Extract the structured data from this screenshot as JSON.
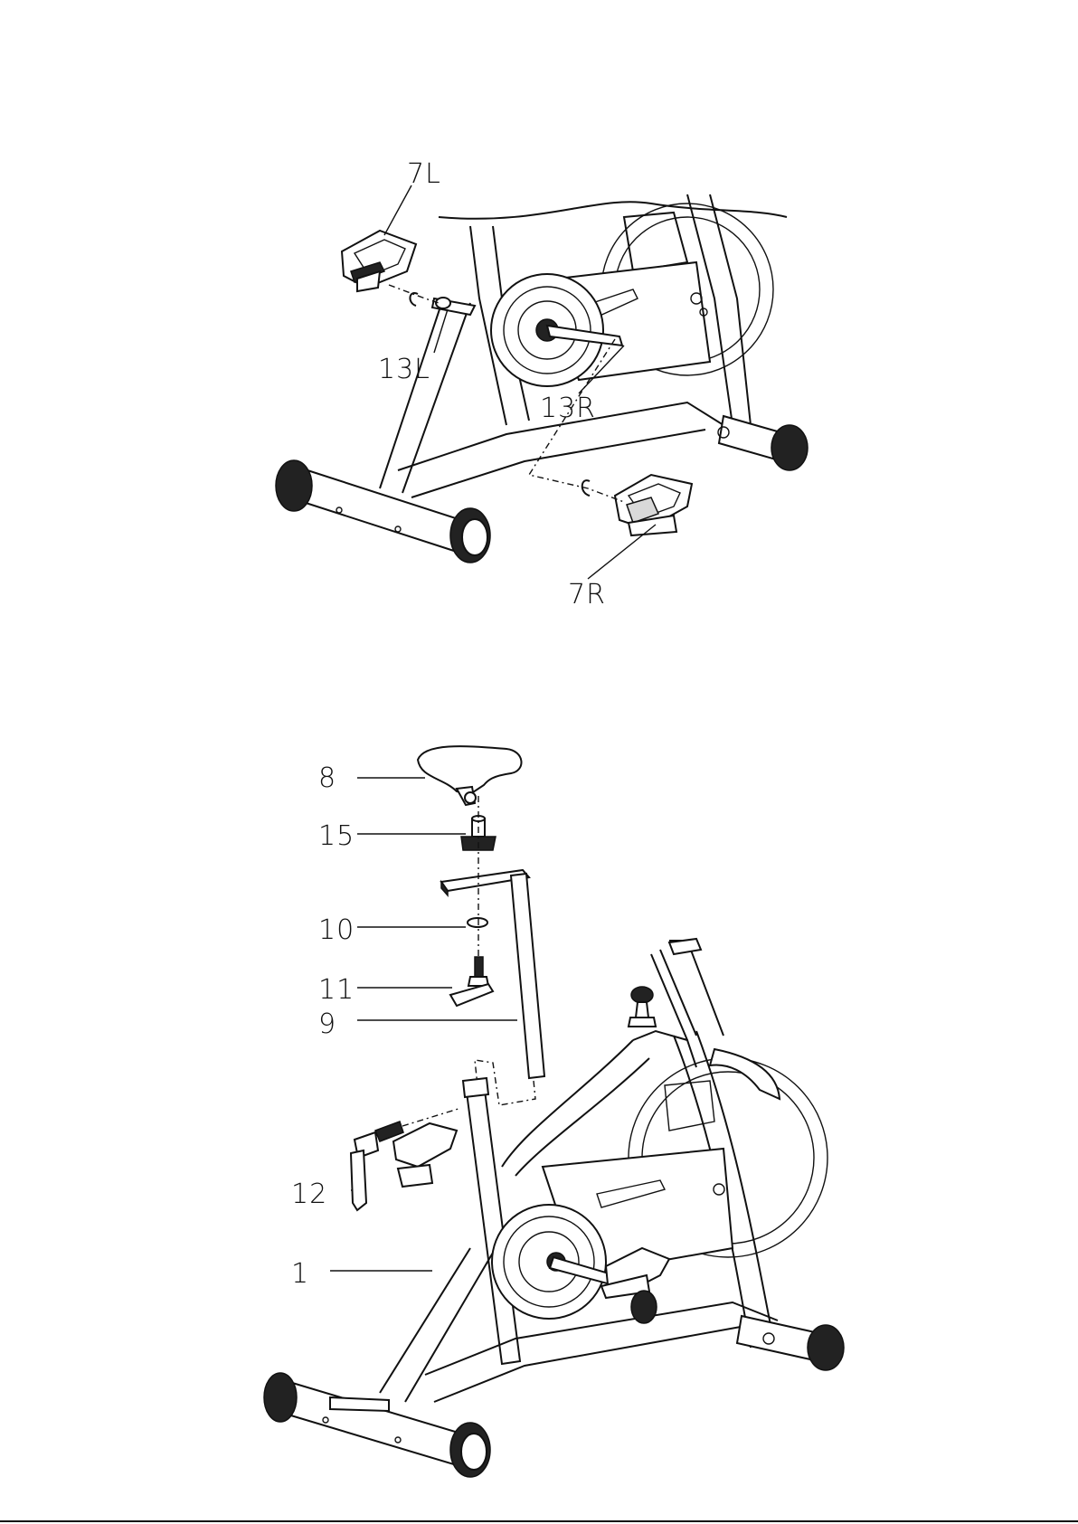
{
  "figure_top": {
    "labels": {
      "pedal_left": "7L",
      "crank_left": "13L",
      "crank_right": "13R",
      "pedal_right": "7R"
    }
  },
  "figure_bottom": {
    "labels": {
      "saddle": "8",
      "saddle_clamp": "15",
      "washer": "10",
      "knob_bolt": "11",
      "seat_post": "9",
      "adjust_lever": "12",
      "main_frame": "1"
    }
  }
}
